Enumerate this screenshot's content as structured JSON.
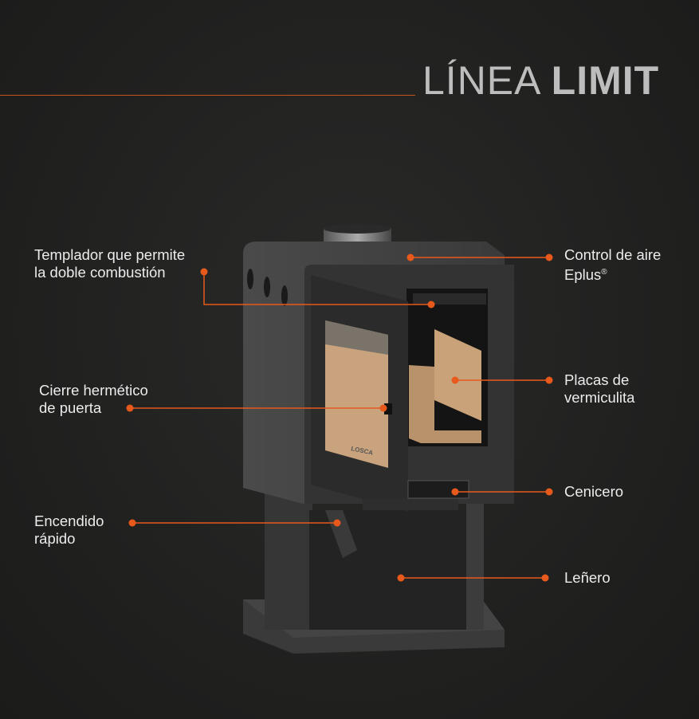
{
  "title": {
    "light": "LÍNEA",
    "bold": "LIMIT"
  },
  "callouts": [
    {
      "id": "templador",
      "lines": [
        "Templador que permite",
        "la doble combustión"
      ]
    },
    {
      "id": "control-aire",
      "lines": [
        "Control de aire",
        "Eplus"
      ],
      "sup": "®"
    },
    {
      "id": "cierre",
      "lines": [
        "Cierre hermético",
        "de puerta"
      ]
    },
    {
      "id": "placas",
      "lines": [
        "Placas de",
        "vermiculita"
      ]
    },
    {
      "id": "cenicero",
      "lines": [
        "Cenicero"
      ]
    },
    {
      "id": "encendido",
      "lines": [
        "Encendido",
        "rápido"
      ]
    },
    {
      "id": "lenero",
      "lines": [
        "Leñero"
      ]
    }
  ],
  "product_logo_text": "LOSCA",
  "colors": {
    "accent": "#e8591c",
    "background": "#222221",
    "text": "#ececec",
    "title": "#bdbdbd"
  }
}
